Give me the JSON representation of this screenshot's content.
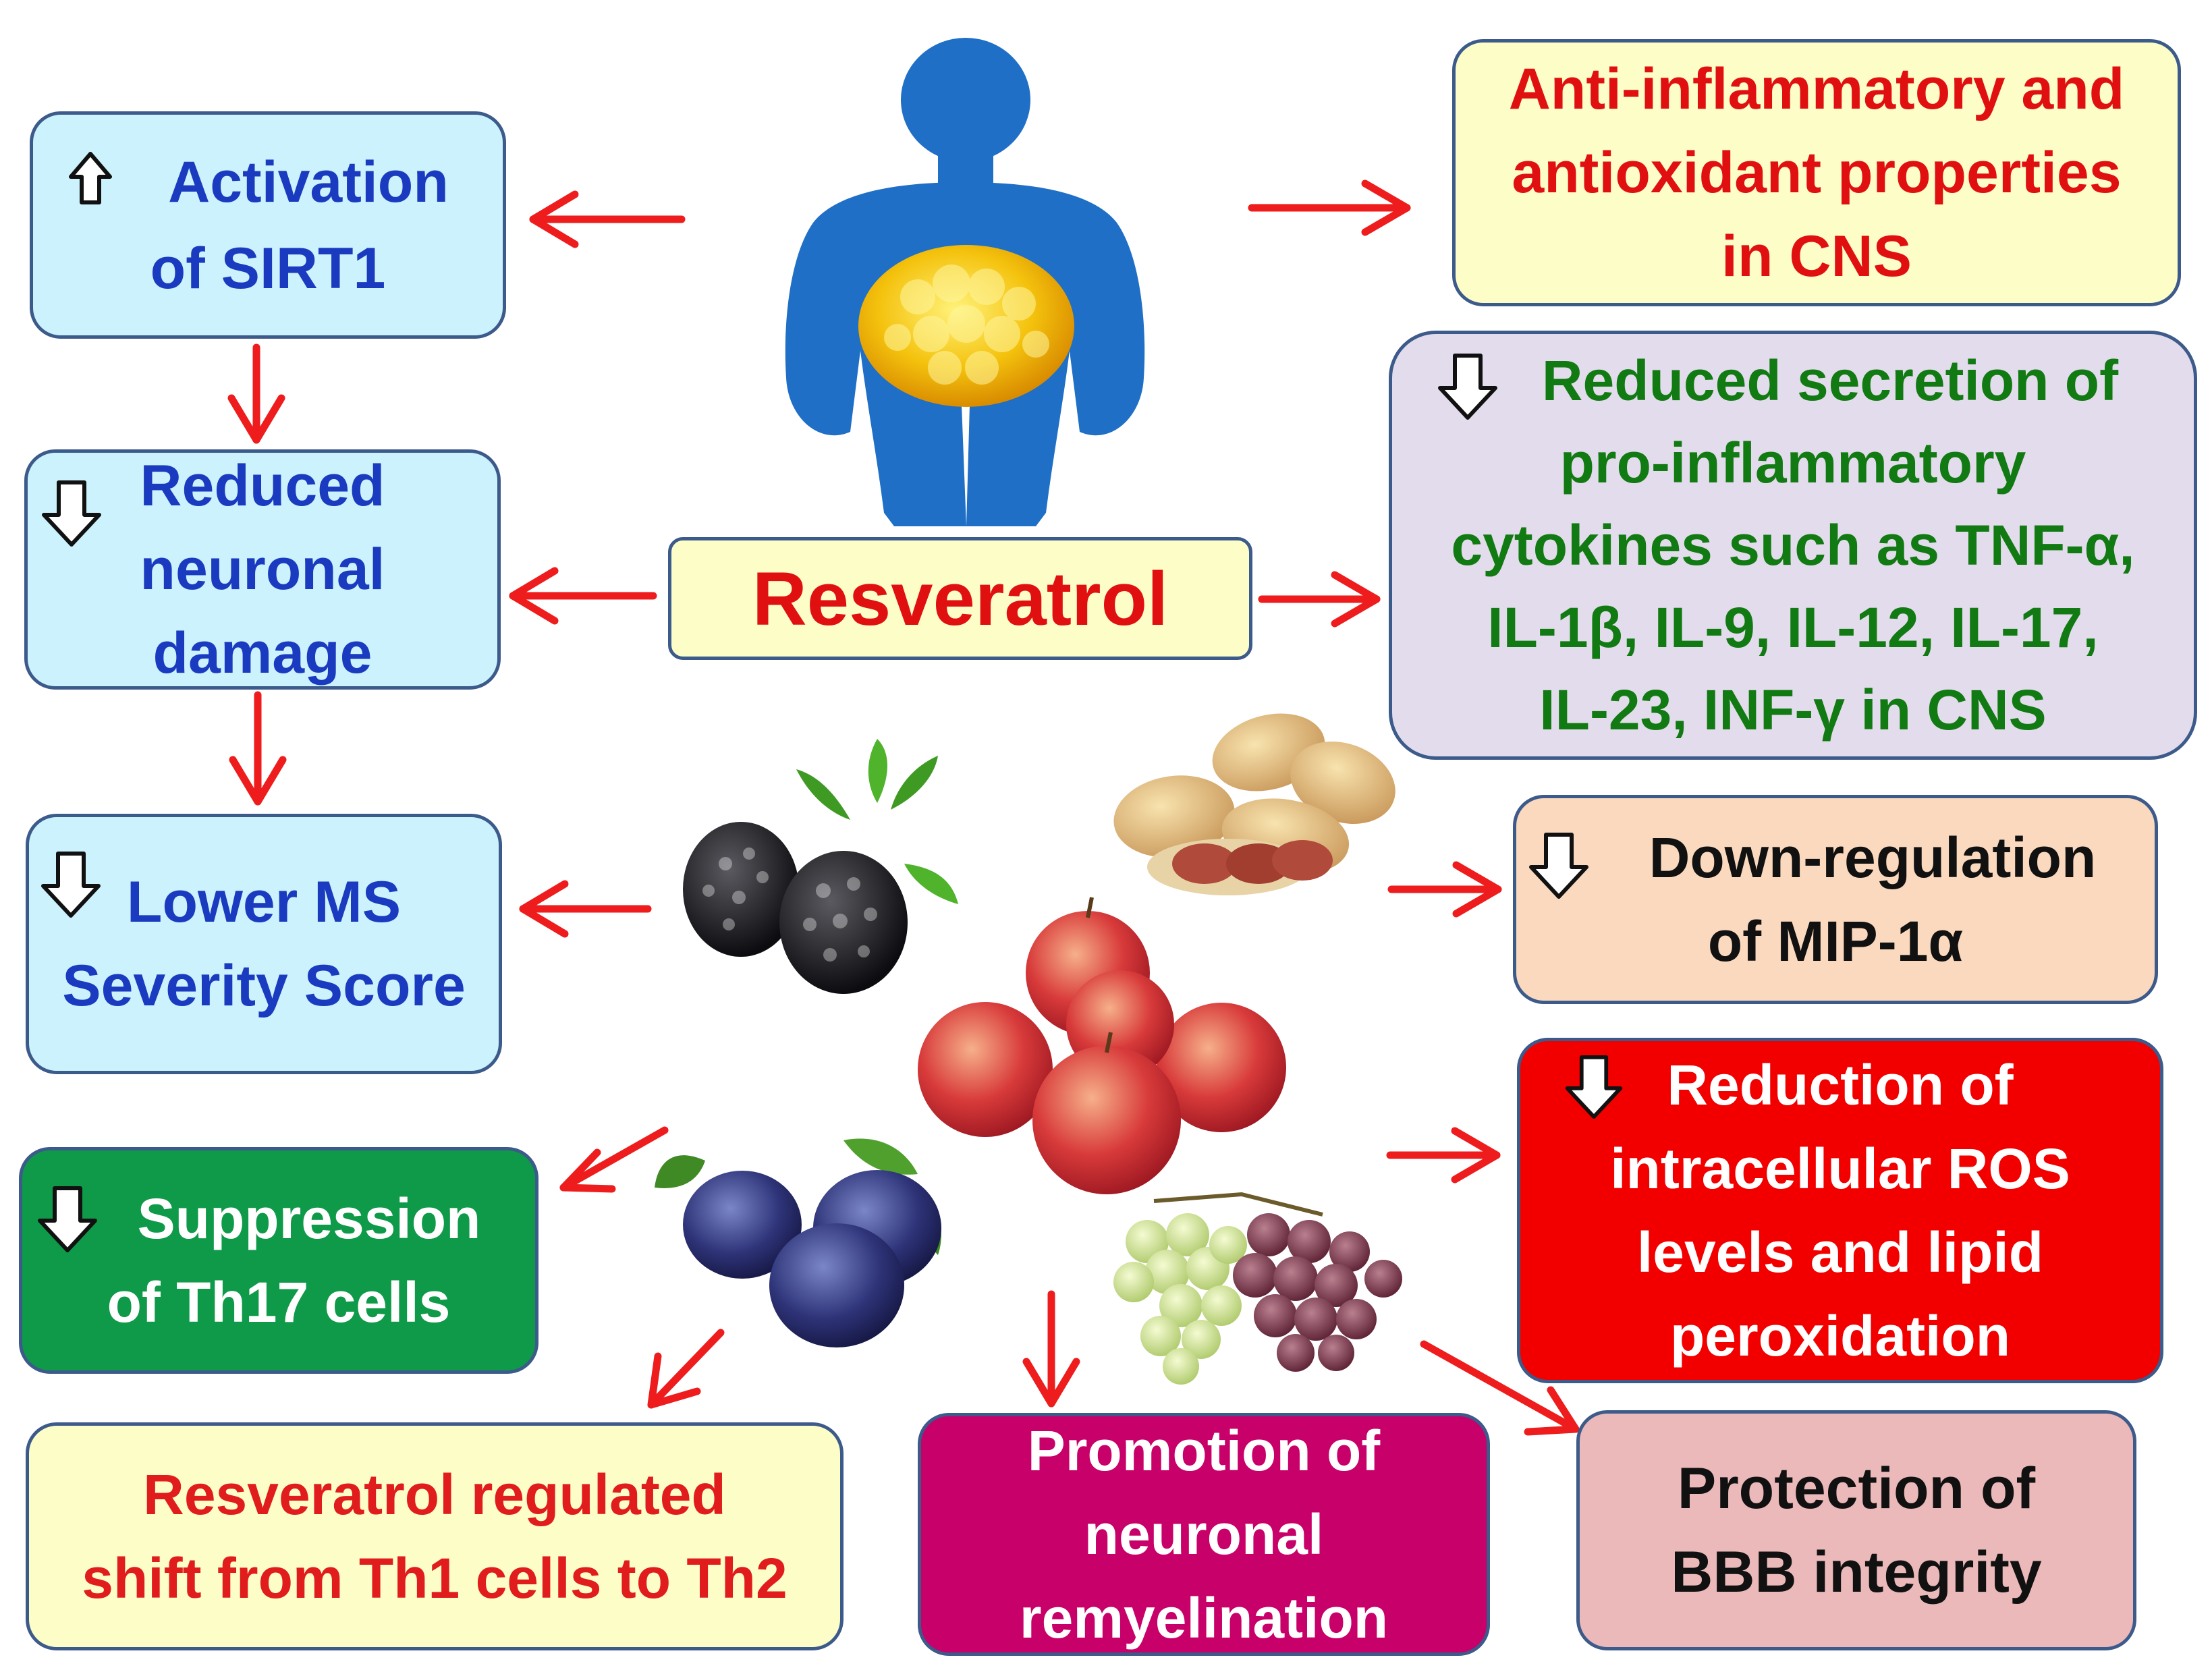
{
  "center": {
    "label": "Resveratrol"
  },
  "effects": {
    "sirt1": {
      "line1": "Activation",
      "line2": "of SIRT1",
      "direction": "up"
    },
    "neuronal_damage": {
      "line1": "Reduced",
      "line2": "neuronal",
      "line3": "damage",
      "direction": "down"
    },
    "ms_score": {
      "line1": "Lower MS",
      "line2": "Severity Score",
      "direction": "down"
    },
    "th17": {
      "line1": "Suppression",
      "line2": "of Th17 cells",
      "direction": "down"
    },
    "th1_th2": {
      "line1": "Resveratrol regulated",
      "line2": "shift from Th1 cells to Th2"
    },
    "anti_inflammatory": {
      "line1": "Anti-inflammatory and",
      "line2": "antioxidant properties",
      "line3": "in CNS"
    },
    "cytokines": {
      "line1": "Reduced secretion of",
      "line2": "pro-inflammatory",
      "line3": "cytokines such as TNF-α,",
      "line4": "IL-1β, IL-9, IL-12, IL-17,",
      "line5": "IL-23, INF-γ in CNS",
      "direction": "down"
    },
    "mip1a": {
      "line1": "Down-regulation",
      "line2": "of MIP-1α",
      "direction": "down"
    },
    "ros": {
      "line1": "Reduction of",
      "line2": "intracellular ROS",
      "line3": "levels and lipid",
      "line4": "peroxidation",
      "direction": "down"
    },
    "remyelination": {
      "line1": "Promotion of",
      "line2": "neuronal",
      "line3": "remyelination"
    },
    "bbb": {
      "line1": "Protection of",
      "line2": "BBB integrity"
    }
  },
  "colors": {
    "arrow": "#ee1c1c",
    "body_silhouette": "#1f6fc6",
    "fat": "#f4c20d",
    "light_blue_box": "#ccf2fd",
    "green_box": "#0e9a48",
    "yellow_box": "#fdfdc8",
    "lavender_box": "#e3dcec",
    "peach_box": "#fad9be",
    "red_box": "#f20000",
    "magenta_box": "#c8006a",
    "pink_box": "#ebb9b9"
  },
  "illustrations": [
    "human-body-silhouette",
    "blackberries",
    "peanuts",
    "apples",
    "plums",
    "grapes"
  ]
}
